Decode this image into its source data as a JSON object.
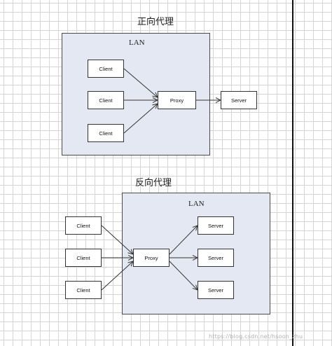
{
  "forward": {
    "title": "正向代理",
    "lan_label": "LAN",
    "clients": [
      "Client",
      "Client",
      "Client"
    ],
    "proxy": "Proxy",
    "server": "Server"
  },
  "reverse": {
    "title": "反向代理",
    "lan_label": "LAN",
    "clients": [
      "Client",
      "Client",
      "Client"
    ],
    "proxy": "Proxy",
    "servers": [
      "Server",
      "Server",
      "Server"
    ]
  },
  "watermark": "https://blog.csdn.net/hsoon_zhu"
}
